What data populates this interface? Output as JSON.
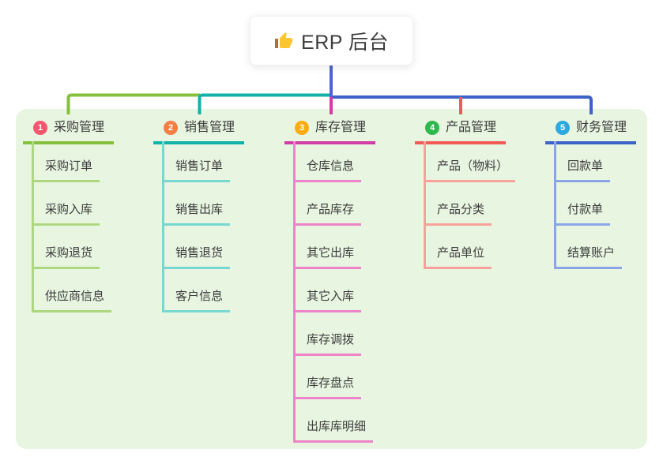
{
  "root": {
    "label": "ERP 后台",
    "icon": "thumbs-up-icon"
  },
  "colors": {
    "panel_bg": "#e7f5e1",
    "text": "#3c3c3c",
    "root_line": "#4f63d2",
    "thumb_hand": "#fcc531",
    "thumb_cuff": "#b06f38",
    "branches": [
      {
        "circle": "#f8566e",
        "main": "#85c13e",
        "light": "#aed87f"
      },
      {
        "circle": "#f87d44",
        "main": "#12b2a9",
        "light": "#76d8d0"
      },
      {
        "circle": "#fbac12",
        "main": "#d13ca6",
        "light": "#ee84c8"
      },
      {
        "circle": "#2eb84d",
        "main": "#f25b55",
        "light": "#f9a19b"
      },
      {
        "circle": "#2ba9e1",
        "main": "#3d63c8",
        "light": "#8ba6e7"
      }
    ]
  },
  "branches": [
    {
      "num": "1",
      "label": "采购管理",
      "children": [
        "采购订单",
        "采购入库",
        "采购退货",
        "供应商信息"
      ]
    },
    {
      "num": "2",
      "label": "销售管理",
      "children": [
        "销售订单",
        "销售出库",
        "销售退货",
        "客户信息"
      ]
    },
    {
      "num": "3",
      "label": "库存管理",
      "children": [
        "仓库信息",
        "产品库存",
        "其它出库",
        "其它入库",
        "库存调拨",
        "库存盘点",
        "出库库明细"
      ]
    },
    {
      "num": "4",
      "label": "产品管理",
      "children": [
        "产品（物料）",
        "产品分类",
        "产品单位"
      ]
    },
    {
      "num": "5",
      "label": "财务管理",
      "children": [
        "回款单",
        "付款单",
        "结算账户"
      ]
    }
  ]
}
